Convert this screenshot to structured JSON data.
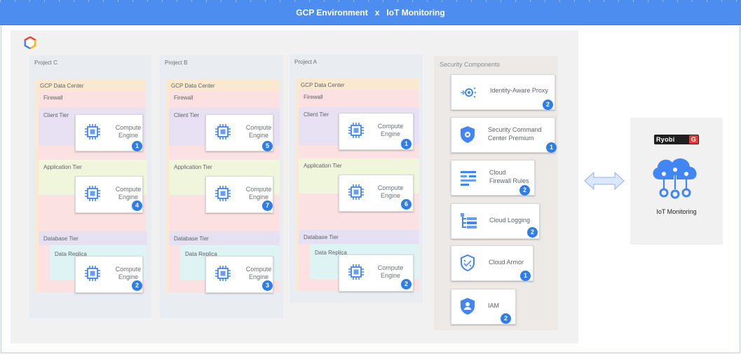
{
  "title": "GCP Environment   x   IoT Monitoring",
  "projects": [
    {
      "name": "Project C",
      "data_center": "GCP Data Center",
      "firewall": "Firewall",
      "client_tier": "Client Tier",
      "application_tier": "Application Tier",
      "database_tier": "Database Tier",
      "data_replica": "Data Replica",
      "engines": [
        {
          "label_1": "Compute",
          "label_2": "Engine",
          "count": "1"
        },
        {
          "label_1": "Compute",
          "label_2": "Engine",
          "count": "4"
        },
        {
          "label_1": "Compute",
          "label_2": "Engine",
          "count": "2"
        }
      ]
    },
    {
      "name": "Project B",
      "data_center": "GCP Data Center",
      "firewall": "Firewall",
      "client_tier": "Client Tier",
      "application_tier": "Application Tier",
      "database_tier": "Database Tier",
      "data_replica": "Data Replica",
      "engines": [
        {
          "label_1": "Compute",
          "label_2": "Engine",
          "count": "5"
        },
        {
          "label_1": "Compute",
          "label_2": "Engine",
          "count": "7"
        },
        {
          "label_1": "Compute",
          "label_2": "Engine",
          "count": "3"
        }
      ]
    },
    {
      "name": "Project A",
      "data_center": "GCP Data Center",
      "firewall": "Firewall",
      "client_tier": "Client Tier",
      "application_tier": "Application Tier",
      "database_tier": "Database Tier",
      "data_replica": "Data Replica",
      "engines": [
        {
          "label_1": "Compute",
          "label_2": "Engine",
          "count": "1"
        },
        {
          "label_1": "Compute",
          "label_2": "Engine",
          "count": "6"
        },
        {
          "label_1": "Compute",
          "label_2": "Engine",
          "count": "2"
        }
      ]
    }
  ],
  "security": {
    "title": "Security Components",
    "items": [
      {
        "label_1": "Identity-Aware Proxy",
        "label_2": "",
        "count": "2",
        "icon": "identity-aware-proxy-icon"
      },
      {
        "label_1": "Security Command",
        "label_2": "Center Premium",
        "count": "1",
        "icon": "security-command-center-icon"
      },
      {
        "label_1": "Cloud",
        "label_2": "Firewall Rules",
        "count": "2",
        "icon": "firewall-rules-icon"
      },
      {
        "label_1": "Cloud Logging",
        "label_2": "",
        "count": "2",
        "icon": "cloud-logging-icon"
      },
      {
        "label_1": "Cloud Armor",
        "label_2": "",
        "count": "1",
        "icon": "cloud-armor-icon"
      },
      {
        "label_1": "IAM",
        "label_2": "",
        "count": "2",
        "icon": "iam-icon"
      }
    ]
  },
  "iot": {
    "brand": "Ryobi",
    "brand_mark": "G",
    "label": "IoT Monitoring"
  },
  "colors": {
    "title_bar": "#4d8df0",
    "badge": "#2f7ee8",
    "icon_blue": "#4285f4"
  }
}
